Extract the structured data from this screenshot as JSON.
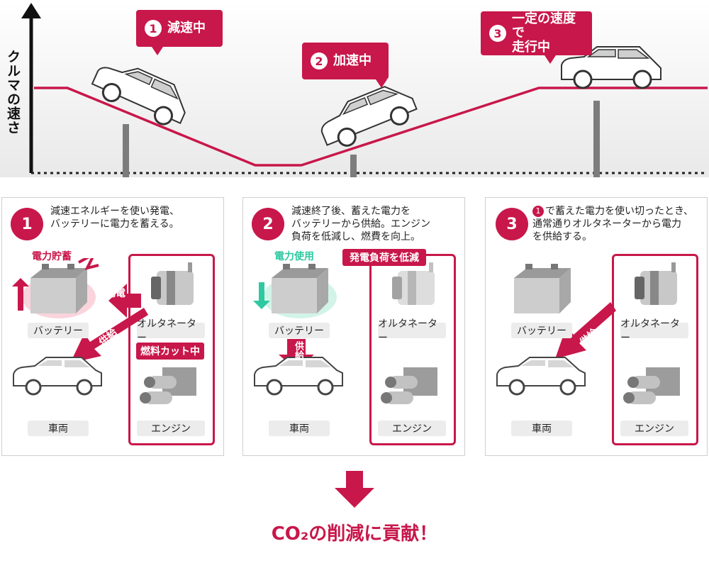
{
  "axis_label": "クルマの速さ",
  "callouts": [
    {
      "num": "1",
      "text": "減速中"
    },
    {
      "num": "2",
      "text": "加速中"
    },
    {
      "num": "3",
      "line1": "一定の速度で",
      "line2": "走行中"
    }
  ],
  "panels": [
    {
      "num": "1",
      "line1": "減速エネルギーを使い発電、",
      "line2": "バッテリーに電力を蓄える。",
      "battery_state": "電力貯蓄",
      "charge_label": "充電",
      "supply_label": "供給",
      "fuel_cut": "燃料カット中",
      "labels": {
        "battery": "バッテリー",
        "alternator": "オルタネーター",
        "vehicle": "車両",
        "engine": "エンジン"
      }
    },
    {
      "num": "2",
      "line1": "減速終了後、蓄えた電力を",
      "line2": "バッテリーから供給。エンジン",
      "line3": "負荷を低減し、燃費を向上。",
      "battery_state": "電力使用",
      "supply_label": "供給",
      "load_tag": "発電負荷を低減",
      "labels": {
        "battery": "バッテリー",
        "alternator": "オルタネーター",
        "vehicle": "車両",
        "engine": "エンジン"
      }
    },
    {
      "num": "3",
      "inline_num": "1",
      "line1": "で蓄えた電力を使い切ったとき、",
      "line2": "通常通りオルタネーターから電力",
      "line3": "を供給する。",
      "supply_label": "供給",
      "labels": {
        "battery": "バッテリー",
        "alternator": "オルタネーター",
        "vehicle": "車両",
        "engine": "エンジン"
      }
    }
  ],
  "conclusion": "CO₂の削減に貢献！",
  "colors": {
    "accent": "#c8174a",
    "green": "#2ec9a1",
    "arrow_gray": "#7c7c7c"
  }
}
